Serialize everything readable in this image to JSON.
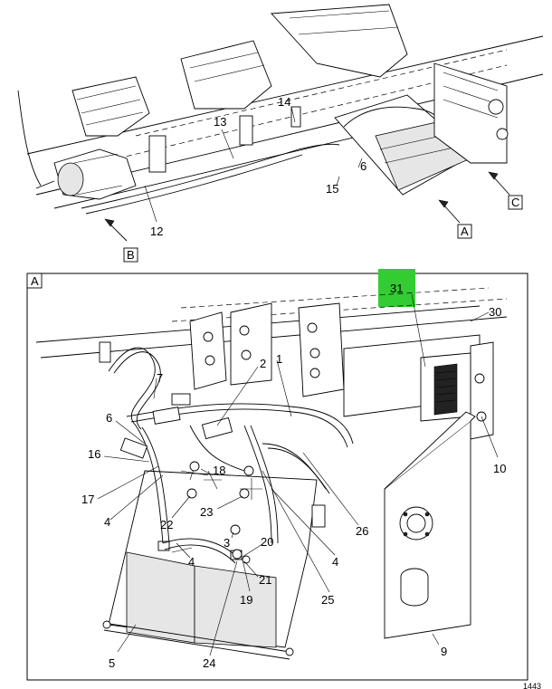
{
  "top_view": {
    "callouts": [
      "12",
      "13",
      "14",
      "6",
      "15"
    ],
    "view_tags": [
      "A",
      "B",
      "C"
    ]
  },
  "detail_view": {
    "title_tag": "A",
    "highlight_label": "31",
    "highlight_color": "#33cc33",
    "callouts": [
      "30",
      "7",
      "2",
      "1",
      "6",
      "16",
      "17",
      "4",
      "18",
      "22",
      "23",
      "3",
      "4",
      "20",
      "21",
      "19",
      "24",
      "25",
      "4",
      "26",
      "10",
      "5",
      "9"
    ]
  },
  "footer_fragment": "1443"
}
